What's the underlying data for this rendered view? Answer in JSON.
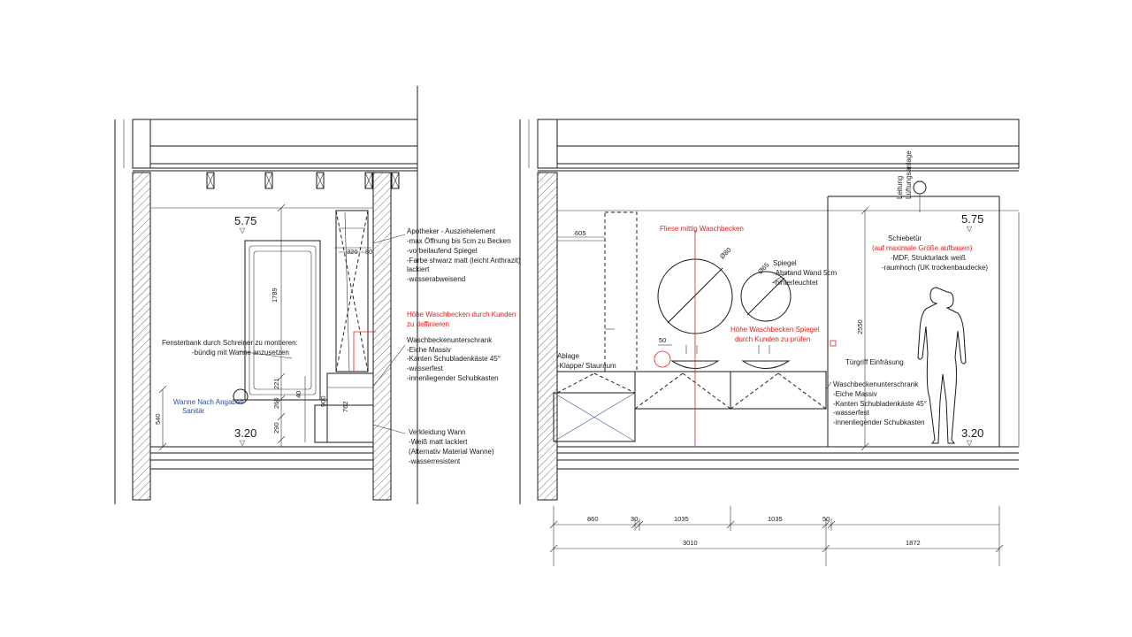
{
  "left_elevation": {
    "level_top": "5.75",
    "level_bottom": "3.20",
    "dims": {
      "h1789": "1789",
      "w320": "320",
      "w80": "80",
      "d221": "221",
      "d260": "260",
      "d290": "290",
      "d900": "900",
      "d762": "762",
      "d40": "40",
      "d540": "540"
    },
    "apotheker": {
      "title": "Apotheker - Ausziehelement",
      "lines": [
        "-max Öffnung bis 5cm zu Becken",
        "-vorbeilaufend Spiegel",
        "-Farbe shwarz matt (leicht Anthrazit)",
        "lackiert",
        "-wasserabweisend"
      ]
    },
    "hoehe_waschbecken": [
      "Höhe Waschbecken durch Kunden",
      "zu deffinieren"
    ],
    "fensterbank": [
      "Fensterbank durch Schreiner zu montieren:",
      "-bündig mit Wanne anzusetzen"
    ],
    "waschbecken_unterschrank": {
      "title": "Waschbeckenunterschrank",
      "lines": [
        "-Eiche Massiv",
        "-Kanten Schubladenkäste 45°",
        "-wasserfest",
        "-innenliegender Schubkasten"
      ]
    },
    "wanne_note": [
      "Wanne Nach Angaben",
      "Sanitär"
    ],
    "verkleidung": {
      "title": "Verkleidung Wann",
      "lines": [
        "-Weiß matt lackiert",
        "(Alternativ Material Wanne)",
        "-wasserresistent"
      ]
    }
  },
  "right_elevation": {
    "level_top": "5.75",
    "level_bottom": "3.20",
    "dims": {
      "d605": "605",
      "d50": "50",
      "d2550": "2550",
      "dia80": "Ø80",
      "dia65": "Ø65"
    },
    "leitung": [
      "Leitung",
      "Lüftungsanlage"
    ],
    "fliese": "Fliese mittig Waschbecken",
    "spiegel": {
      "title": "Spiegel",
      "lines": [
        "-Abstand Wand 5cm",
        "-hinterleuchtet"
      ]
    },
    "hoehe_spiegel": [
      "Höhe Waschbecken Spiegel",
      "durch Kunden zu prüfen"
    ],
    "schiebetuer": {
      "title": "Schiebetür",
      "red": "(auf maximale Größe aufbauen)",
      "lines": [
        "-MDF, Strukturlack weiß",
        "-raumhoch (UK trockenbaudecke)"
      ]
    },
    "ablage": [
      "Ablage",
      "-Klappe/ Stauraum"
    ],
    "tuergriff": "Türgriff Einfräsung",
    "waschbecken_unterschrank": {
      "title": "Waschbeckenunterschrank",
      "lines": [
        "-Eiche Massiv",
        "-Kanten Schubladenkäste 45°",
        "-wasserfest",
        "-innenliegender Schubkasten"
      ]
    },
    "bottom_dims": {
      "a": "860",
      "b": "30",
      "c": "1035",
      "d": "1035",
      "e": "50",
      "total": "3010",
      "right": "1872"
    }
  }
}
